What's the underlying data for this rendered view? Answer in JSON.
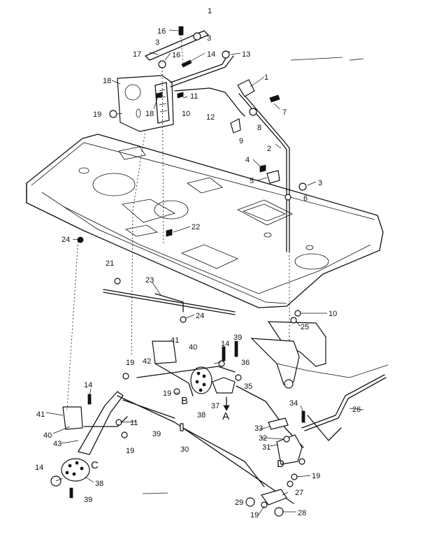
{
  "diagram": {
    "top_mark": "1",
    "parts": [
      {
        "id": "p16a",
        "num": "16"
      },
      {
        "id": "p3a",
        "num": "3"
      },
      {
        "id": "p17",
        "num": "17"
      },
      {
        "id": "p3b",
        "num": "3"
      },
      {
        "id": "p16b",
        "num": "16"
      },
      {
        "id": "p14a",
        "num": "14"
      },
      {
        "id": "p13",
        "num": "13"
      },
      {
        "id": "p18a",
        "num": "18"
      },
      {
        "id": "p18b",
        "num": "18"
      },
      {
        "id": "p11a",
        "num": "11"
      },
      {
        "id": "p10a",
        "num": "10"
      },
      {
        "id": "p19a",
        "num": "19"
      },
      {
        "id": "p12",
        "num": "12"
      },
      {
        "id": "p1",
        "num": "1"
      },
      {
        "id": "p7",
        "num": "7"
      },
      {
        "id": "p8",
        "num": "8"
      },
      {
        "id": "p9",
        "num": "9"
      },
      {
        "id": "p2",
        "num": "2"
      },
      {
        "id": "p4",
        "num": "4"
      },
      {
        "id": "p5",
        "num": "5"
      },
      {
        "id": "p3c",
        "num": "3"
      },
      {
        "id": "p6",
        "num": "6"
      },
      {
        "id": "p22",
        "num": "22"
      },
      {
        "id": "p24a",
        "num": "24"
      },
      {
        "id": "p21",
        "num": "21"
      },
      {
        "id": "p23",
        "num": "23"
      },
      {
        "id": "p24b",
        "num": "24"
      },
      {
        "id": "p10b",
        "num": "10"
      },
      {
        "id": "p25",
        "num": "25"
      },
      {
        "id": "p41a",
        "num": "41"
      },
      {
        "id": "p40a",
        "num": "40"
      },
      {
        "id": "p14b",
        "num": "14"
      },
      {
        "id": "p39a",
        "num": "39"
      },
      {
        "id": "p36",
        "num": "36"
      },
      {
        "id": "p19b",
        "num": "19"
      },
      {
        "id": "p42",
        "num": "42"
      },
      {
        "id": "p19c",
        "num": "19"
      },
      {
        "id": "p35",
        "num": "35"
      },
      {
        "id": "p38a",
        "num": "38"
      },
      {
        "id": "p37",
        "num": "37"
      },
      {
        "id": "p14c",
        "num": "14"
      },
      {
        "id": "p34",
        "num": "34"
      },
      {
        "id": "p26",
        "num": "26"
      },
      {
        "id": "p41b",
        "num": "41"
      },
      {
        "id": "p40b",
        "num": "40"
      },
      {
        "id": "p11b",
        "num": "11"
      },
      {
        "id": "p39b",
        "num": "39"
      },
      {
        "id": "p33",
        "num": "33"
      },
      {
        "id": "p32",
        "num": "32"
      },
      {
        "id": "p43",
        "num": "43"
      },
      {
        "id": "p19d",
        "num": "19"
      },
      {
        "id": "p30",
        "num": "30"
      },
      {
        "id": "p31",
        "num": "31"
      },
      {
        "id": "p14d",
        "num": "14"
      },
      {
        "id": "p19e",
        "num": "19"
      },
      {
        "id": "p38b",
        "num": "38"
      },
      {
        "id": "p27",
        "num": "27"
      },
      {
        "id": "p29",
        "num": "29"
      },
      {
        "id": "p19f",
        "num": "19"
      },
      {
        "id": "p28",
        "num": "28"
      },
      {
        "id": "p39c",
        "num": "39"
      }
    ],
    "view_markers": [
      {
        "id": "m-b",
        "text": "B"
      },
      {
        "id": "m-a",
        "text": "A"
      },
      {
        "id": "m-c",
        "text": "C"
      },
      {
        "id": "m-d",
        "text": "D"
      }
    ]
  }
}
